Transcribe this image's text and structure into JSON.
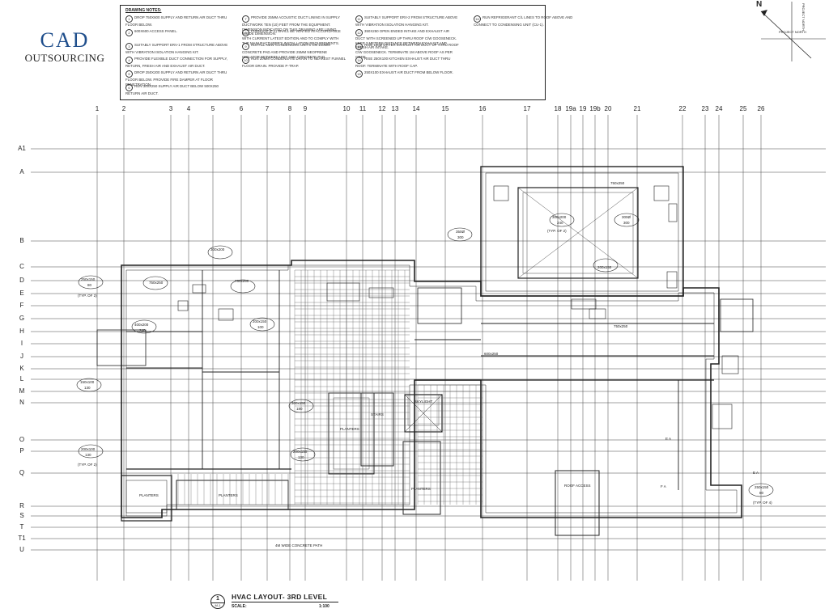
{
  "logo": {
    "main": "CAD",
    "sub": "OUTSOURCING",
    "color": "#1f4e8c"
  },
  "notes": {
    "title": "DRAWING NOTES:",
    "items": [
      {
        "n": "1",
        "text": "DROP 750x600 SUPPLY AND RETURN AIR DUCT THRU FLOOR BELOW."
      },
      {
        "n": "2",
        "text": "600x600 ACCESS PANEL."
      },
      {
        "n": "3",
        "text": "SUITABLY SUPPORT ERV-1 FROM STRUCTURE ABOVE WITH VIBRATION ISOLATION HANGING KIT."
      },
      {
        "n": "4",
        "text": "PROVIDE FLEXIBLE DUCT CONNECTION FOR SUPPLY, RETURN, FRESH AIR AND EXHAUST AIR DUCT."
      },
      {
        "n": "5",
        "text": "DROP 250x200 SUPPLY AND RETURN AIR DUCT THRU FLOOR BELOW. PROVIDE FIRE DAMPER AT FLOOR PENETRATION."
      },
      {
        "n": "6",
        "text": "RUN 300x250 SUPPLY AIR DUCT BELOW 500x250 RETURN AIR DUCT."
      },
      {
        "n": "7",
        "text": "PROVIDE 25mm ACOUSTIC DUCT LINING IN SUPPLY DUCTWORK TEN (10) FEET FROM THE EQUIPMENT. DIMENSION INDICATED ON THIS DRAWING ARE LINING INSIDE DIMENSION."
      },
      {
        "n": "8",
        "text": "FURNACE (F-1) SHALL BE VENTED IN ACCORDANCE WITH CURRENT LATEST EDITION AND TO COMPLY WITH THE MANUFACTURER'S INSTALLATION REQUIREMENTS."
      },
      {
        "n": "9",
        "text": "INSTALL NEW CONDENSING UNITS ON 100mm CONCRETE PAD AND PROVIDE 25mm NEOPRENE ISOLATOR BETWEEN UNIT AND CONCRETE PAD."
      },
      {
        "n": "10",
        "text": "RUN 20mm CONDENSATE DRAIN TO NEAREST FUNNEL FLOOR DRAIN. PROVIDE P-TRAP."
      },
      {
        "n": "11",
        "text": "SUITABLY SUPPORT ERV-2 FROM STRUCTURE ABOVE WITH VIBRATION ISOLATION HANGING KIT."
      },
      {
        "n": "12",
        "text": "350x250 OPEN ENDED INTAKE AND EXHAUST AIR DUCT WITH SCREENED UP THRU ROOF C/W GOOSENECK. KEEP 3 METERS DISTANCE BETWEEN EXHAUST AND FRESH AIR INTAKE."
      },
      {
        "n": "13",
        "text": "RISE 150Ø DRYER EXHAUST AIR DUCT UP THRU ROOF C/W GOOSENECK. TERMINATE 1M ABOVE ROOF AS PER CODE."
      },
      {
        "n": "14",
        "text": "RISE 250x100 KITCHEN EXHAUST AIR DUCT THRU ROOF. TERMINATE WITH ROOF CAP."
      },
      {
        "n": "15",
        "text": "250x100 EXHAUST AIR DUCT FROM BELOW FLOOR."
      },
      {
        "n": "16",
        "text": "RUN REFRIGERANT C/L LINES TO ROOF ABOVE AND CONNECT TO CONDENSING UNIT (CU-1)."
      }
    ]
  },
  "compass": {
    "north": "N",
    "project_north": "PROJECT NORTH",
    "label": "PROJECT NORTH"
  },
  "grid": {
    "columns": [
      "1",
      "2",
      "3",
      "4",
      "5",
      "6",
      "7",
      "8",
      "9",
      "10",
      "11",
      "12",
      "13",
      "14",
      "15",
      "16",
      "17",
      "18",
      "19a",
      "19",
      "19b",
      "20",
      "21",
      "22",
      "23",
      "24",
      "25",
      "26"
    ],
    "rows": [
      "A1",
      "A",
      "B",
      "C",
      "D",
      "E",
      "F",
      "G",
      "H",
      "I",
      "J",
      "K",
      "L",
      "M",
      "N",
      "O",
      "P",
      "Q",
      "R",
      "S",
      "T",
      "T1",
      "U"
    ]
  },
  "tags": {
    "d1": "250x150",
    "d1b": "80",
    "typ1": "(TYP. OF 2)",
    "d2": "750x250",
    "d3": "400x200",
    "d3b": "240",
    "d4": "300x200",
    "d5": "750x250",
    "d6": "150x100",
    "d6b": "130",
    "d7": "200x100",
    "d7b": "130",
    "typ2": "(TYP. OF 2)",
    "d8": "200x150",
    "d8b": "100",
    "d9": "300x150",
    "d9b": "180",
    "d10": "200x150",
    "d10b": "130",
    "d11": "750x250",
    "d12": "350Ø",
    "d12b": "300",
    "d13": "300x200",
    "d13b": "240",
    "typ3": "(TYP. OF 2)",
    "d14": "300Ø",
    "d14b": "300",
    "d15": "200x150",
    "d16": "750x250",
    "d17": "600x250",
    "d18": "250x150",
    "d18b": "80",
    "typ4": "(TYP. OF 4)",
    "planter1": "PLANTERS",
    "planter2": "PLANTERS",
    "planter3": "PLANTERS",
    "planter4": "PLANTERS",
    "skylight": "SKYLIGHT",
    "stair": "STAIRS",
    "roof_access": "ROOF ACCESS",
    "ea1": "E A",
    "ea2": "E A",
    "fa": "F A",
    "below": "4M WIDE CONCRETE PATH"
  },
  "title": {
    "number": "1",
    "sheet": "M-1",
    "text": "HVAC LAYOUT- 3RD LEVEL",
    "scale_label": "SCALE:",
    "scale_value": "1:100"
  }
}
